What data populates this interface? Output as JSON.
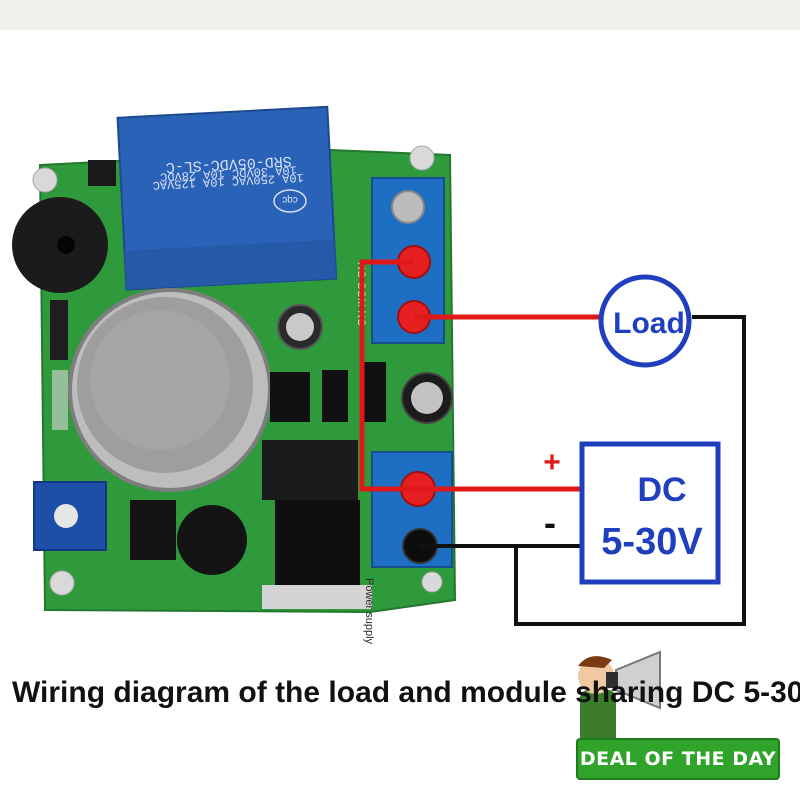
{
  "module": {
    "relay_label": "SRD-05VDC-SL-C",
    "relay_spec_1": "10A 250VAC 10A 125VAC",
    "relay_spec_2": "10A 30VDC 10A 28VDC",
    "relay_cert": "cqc",
    "terminal_labels": "NO COM NC",
    "power_label": "Power supply"
  },
  "diagram": {
    "load_label": "Load",
    "supply_label_1": "DC",
    "supply_label_2": "5-30V",
    "plus_sign": "+",
    "minus_sign": "-",
    "wire_positive_color": "#e01818",
    "wire_negative_color": "#111111",
    "supply_border_color": "#1f3fbf",
    "load_border_color": "#1f3fbf"
  },
  "caption": "Wiring diagram of the load and module sharing DC 5-30",
  "badge": {
    "text": "DEAL OF THE DAY",
    "color": "#2fa32a"
  }
}
